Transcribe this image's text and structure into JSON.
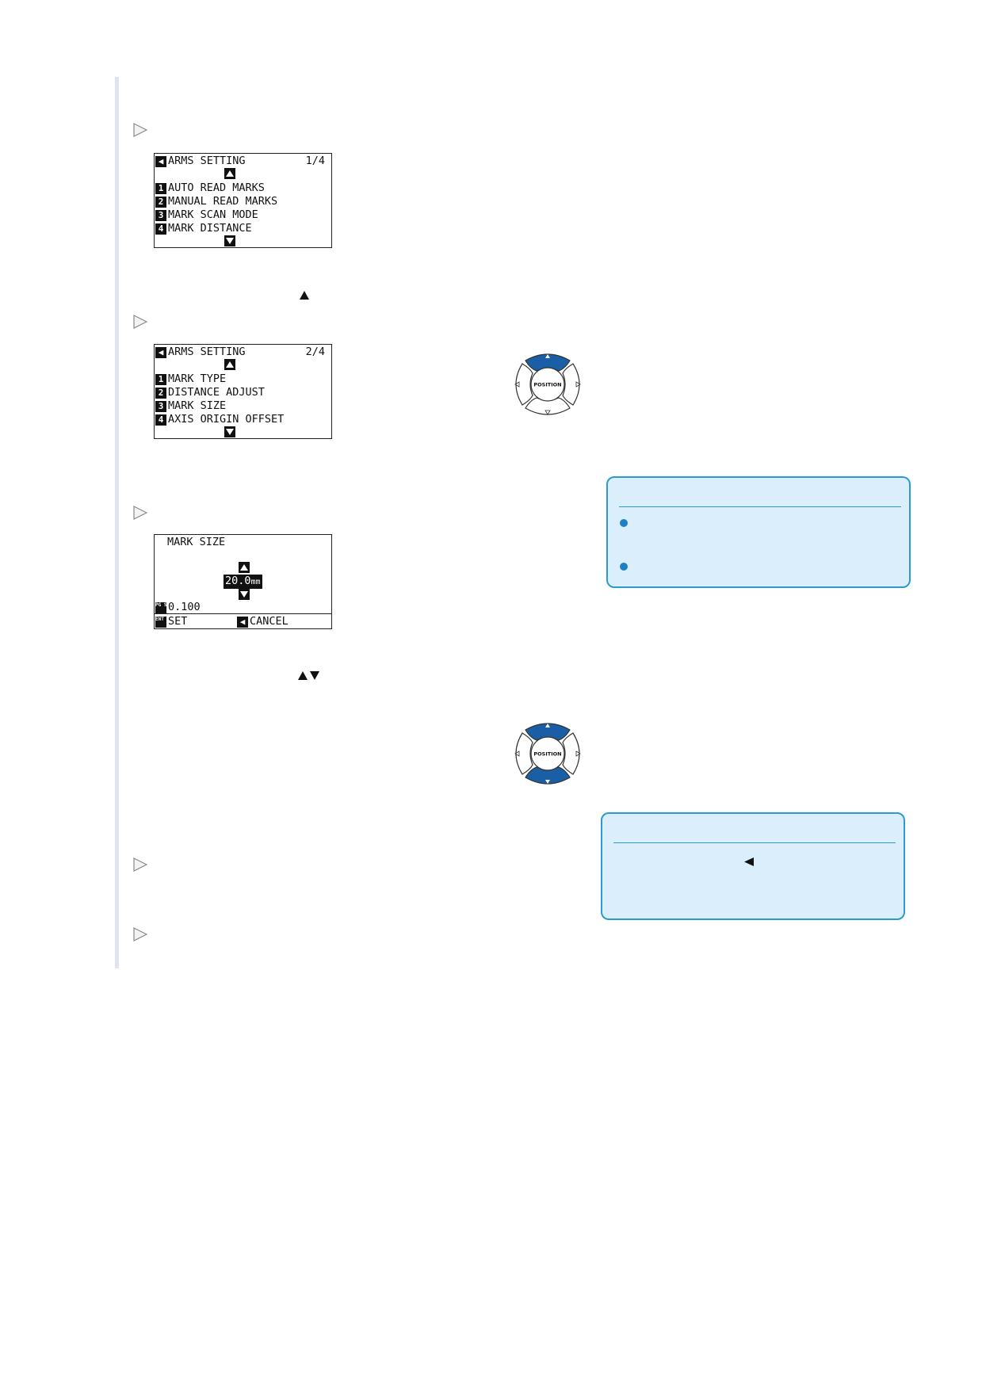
{
  "screens": {
    "arms_page1": {
      "title": "ARMS SETTING",
      "page": "1/4",
      "items": [
        {
          "key": "1",
          "label": "AUTO READ MARKS"
        },
        {
          "key": "2",
          "label": "MANUAL READ MARKS"
        },
        {
          "key": "3",
          "label": "MARK SCAN MODE"
        },
        {
          "key": "4",
          "label": "MARK DISTANCE"
        }
      ]
    },
    "arms_page2": {
      "title": "ARMS SETTING",
      "page": "2/4",
      "items": [
        {
          "key": "1",
          "label": "MARK TYPE"
        },
        {
          "key": "2",
          "label": "DISTANCE ADJUST"
        },
        {
          "key": "3",
          "label": "MARK SIZE"
        },
        {
          "key": "4",
          "label": "AXIS ORIGIN OFFSET"
        }
      ]
    },
    "mark_size": {
      "title": "MARK SIZE",
      "value": "20.0",
      "unit": "mm",
      "step": "0.100",
      "step_key": "PG ST",
      "set_key": "ENT ER",
      "set_label": "SET",
      "cancel_label": "CANCEL"
    }
  },
  "position_pad": {
    "label": "POSITION",
    "highlight_color": "#1a5fa5"
  },
  "colors": {
    "note_background": "#dbeefb",
    "note_border": "#2b9bcf",
    "bullet": "#1f7fc4",
    "side_rule": "#dfe3f6"
  }
}
